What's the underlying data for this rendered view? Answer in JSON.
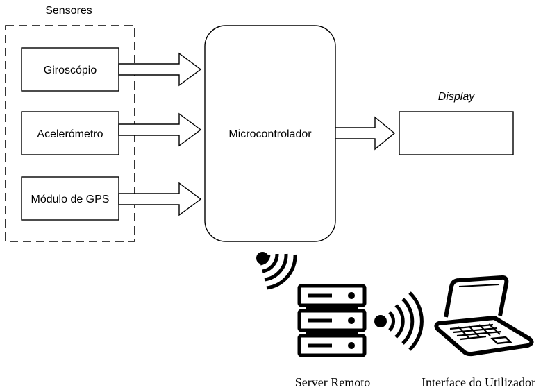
{
  "sensors_group": {
    "title": "Sensores",
    "items": [
      "Giroscópio",
      "Acelerómetro",
      "Módulo de GPS"
    ]
  },
  "microcontroller": {
    "label": "Microcontrolador"
  },
  "display": {
    "label": "Display"
  },
  "server": {
    "label": "Server Remoto",
    "icon": "server-rack-icon"
  },
  "user_interface": {
    "label": "Interface do Utilizador",
    "icon": "laptop-icon"
  },
  "wireless": {
    "icon": "wifi-signal-icon"
  }
}
